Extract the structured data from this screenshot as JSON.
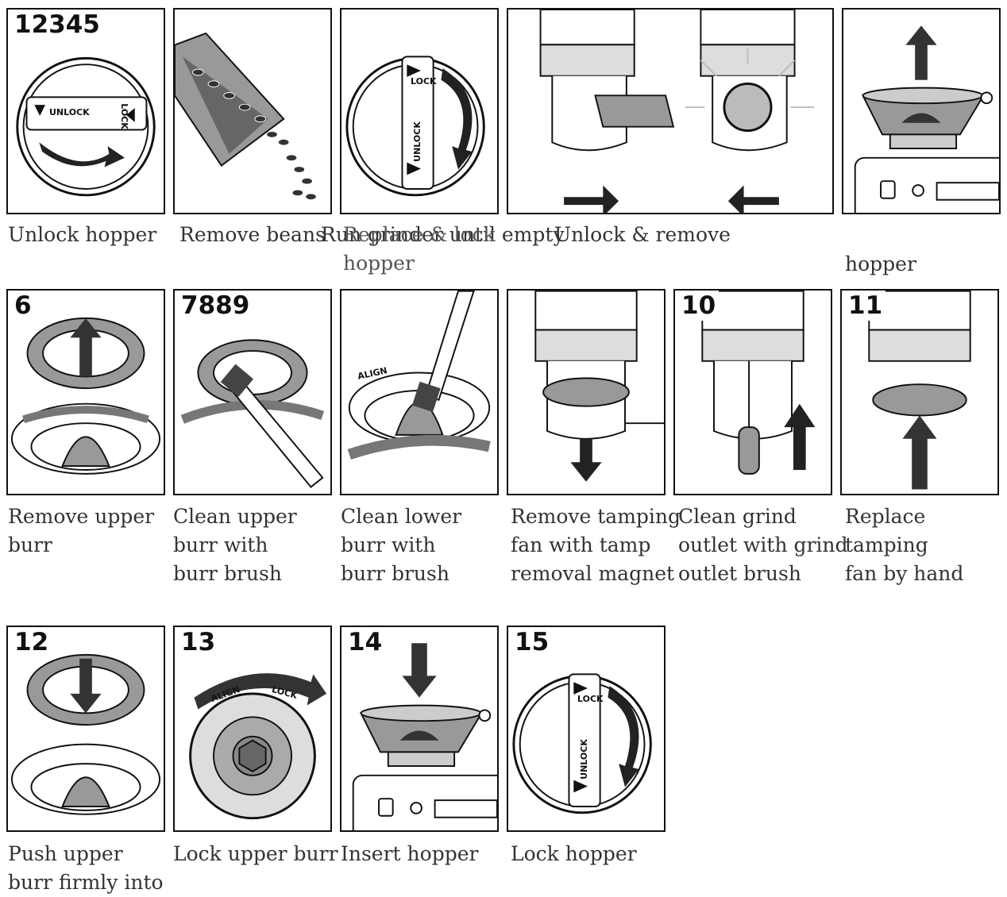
{
  "row1": {
    "steps_label": "12345",
    "captions": {
      "p1": "Unlock hopper",
      "p2": "Remove beans",
      "p3": "Run grinder until empty",
      "p3_overlay": "Replace & lock\nhopper",
      "p4": "Unlock & remove",
      "p5": "hopper"
    }
  },
  "row2": {
    "numbers": {
      "p6": "6",
      "p7": "7889",
      "p10": "10",
      "p11": "11"
    },
    "captions": {
      "p6": "Remove upper\nburr",
      "p7": "Clean upper\nburr with\nburr brush",
      "p8": "Clean lower\nburr with\nburr brush",
      "p9": "Remove tamping\nfan with tamp\nremoval magnet",
      "p10": "Clean grind\noutlet with grind\noutlet brush",
      "p11": "Replace tamping\nfan by hand"
    }
  },
  "row3": {
    "numbers": {
      "p12": "12",
      "p13": "13",
      "p14": "14",
      "p15": "15"
    },
    "captions": {
      "p12": "Push upper\nburr firmly into",
      "p13": "Lock upper burr",
      "p14": "Insert hopper",
      "p15": "Lock hopper"
    }
  },
  "dial_labels": {
    "unlock": "UNLOCK",
    "lock": "LOCK",
    "align": "ALIGN"
  }
}
